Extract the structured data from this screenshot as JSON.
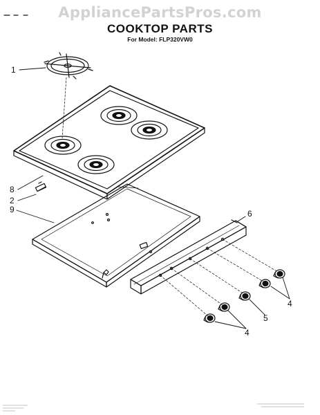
{
  "watermark": "AppliancePartsPros.com",
  "title": "COOKTOP PARTS",
  "subtitle": "For Model: FLP320VW0",
  "callouts": {
    "c1": "1",
    "c8": "8",
    "c2": "2",
    "c9": "9",
    "c6": "6",
    "c4a": "4",
    "c5": "5",
    "c4b": "4"
  },
  "footer_left": "",
  "footer_right": ""
}
